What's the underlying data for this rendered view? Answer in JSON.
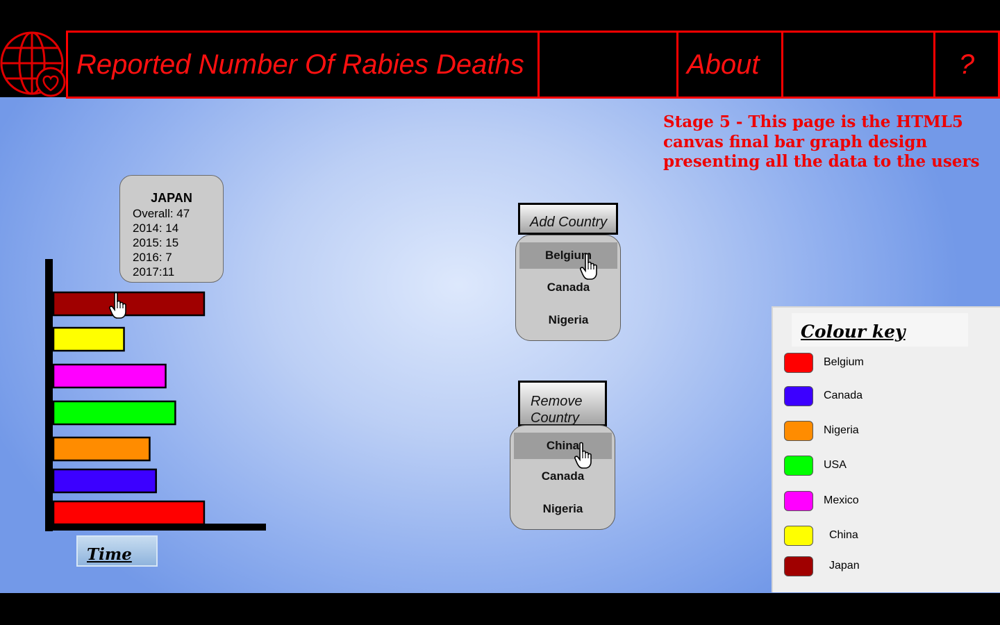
{
  "header": {
    "title": "Reported Number Of Rabies Deaths",
    "about": "About",
    "help": "?",
    "logo_icon": "globe-heart-icon",
    "accent_color": "#ff0000"
  },
  "stage_note": "Stage 5 - This page is the HTML5 canvas final bar graph design presenting all the data to the users",
  "tooltip": {
    "title": "JAPAN",
    "lines": [
      "Overall: 47",
      "2014: 14",
      "2015: 15",
      "2016: 7",
      "2017:11"
    ]
  },
  "chart_data": {
    "type": "bar",
    "orientation": "horizontal",
    "categories": [
      "Japan",
      "China",
      "Mexico",
      "USA",
      "Nigeria",
      "Canada",
      "Belgium"
    ],
    "values": [
      47,
      22,
      35,
      38,
      30,
      32,
      47
    ],
    "colors": [
      "#a00000",
      "#ffff00",
      "#ff00ff",
      "#00ff00",
      "#ff8c00",
      "#3c00ff",
      "#ff0000"
    ],
    "xlim": [
      0,
      65
    ],
    "xlabel": "Time",
    "grid": false
  },
  "add_country": {
    "label": "Add Country",
    "options": [
      "Belgium",
      "Canada",
      "Nigeria"
    ],
    "selected": "Belgium"
  },
  "remove_country": {
    "label": "Remove Country",
    "options": [
      "China",
      "Canada",
      "Nigeria"
    ],
    "selected": "China"
  },
  "legend": {
    "title": "Colour key",
    "items": [
      {
        "label": "Belgium",
        "color": "#ff0000"
      },
      {
        "label": "Canada",
        "color": "#3c00ff"
      },
      {
        "label": "Nigeria",
        "color": "#ff8c00"
      },
      {
        "label": "USA",
        "color": "#00ff00"
      },
      {
        "label": "Mexico",
        "color": "#ff00ff"
      },
      {
        "label": "China",
        "color": "#ffff00"
      },
      {
        "label": "Japan",
        "color": "#a00000"
      }
    ]
  }
}
